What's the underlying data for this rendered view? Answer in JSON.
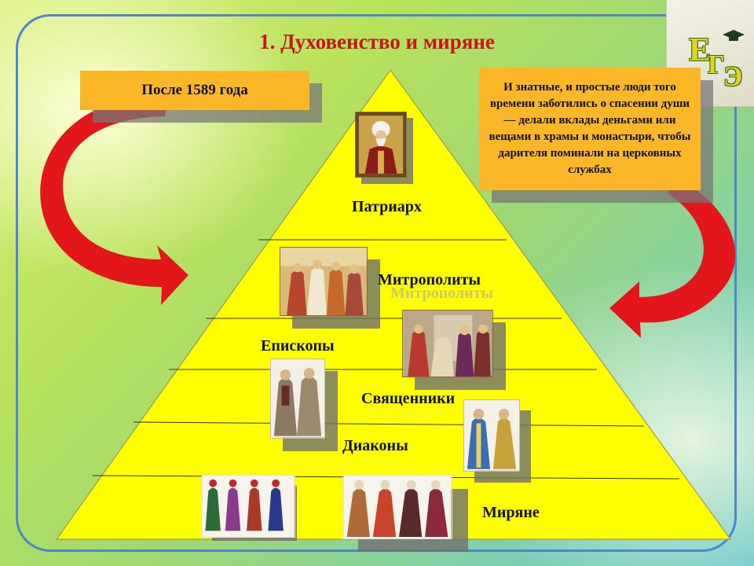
{
  "slide": {
    "title": "1. Духовенство и миряне",
    "year_box": "После 1589 года",
    "note_box": "И знатные, и простые люди того времени заботились о спасении души — делали вклады деньгами или вещами в храмы и монастыри, чтобы дарителя поминали на церковных службах",
    "logo_letters": [
      "Е",
      "Г",
      "Э"
    ]
  },
  "pyramid": {
    "levels": [
      "Патриарх",
      "Митрополиты",
      "Епископы",
      "Священники",
      "Диаконы",
      "Миряне"
    ],
    "ghost_label": "Митрополиты"
  },
  "colors": {
    "title": "#c4181c",
    "pyramid_fill": "#ffff00",
    "box_fill": "#fbb728",
    "arrow": "#e3161b",
    "frame": "#4f86c9"
  },
  "icons": [
    "patriarch-icon-image",
    "metropolitans-image",
    "bishops-image",
    "monks-image",
    "priest-image",
    "laity-men-image",
    "laity-women-image",
    "curved-arrow-icon",
    "graduation-cap-icon"
  ]
}
